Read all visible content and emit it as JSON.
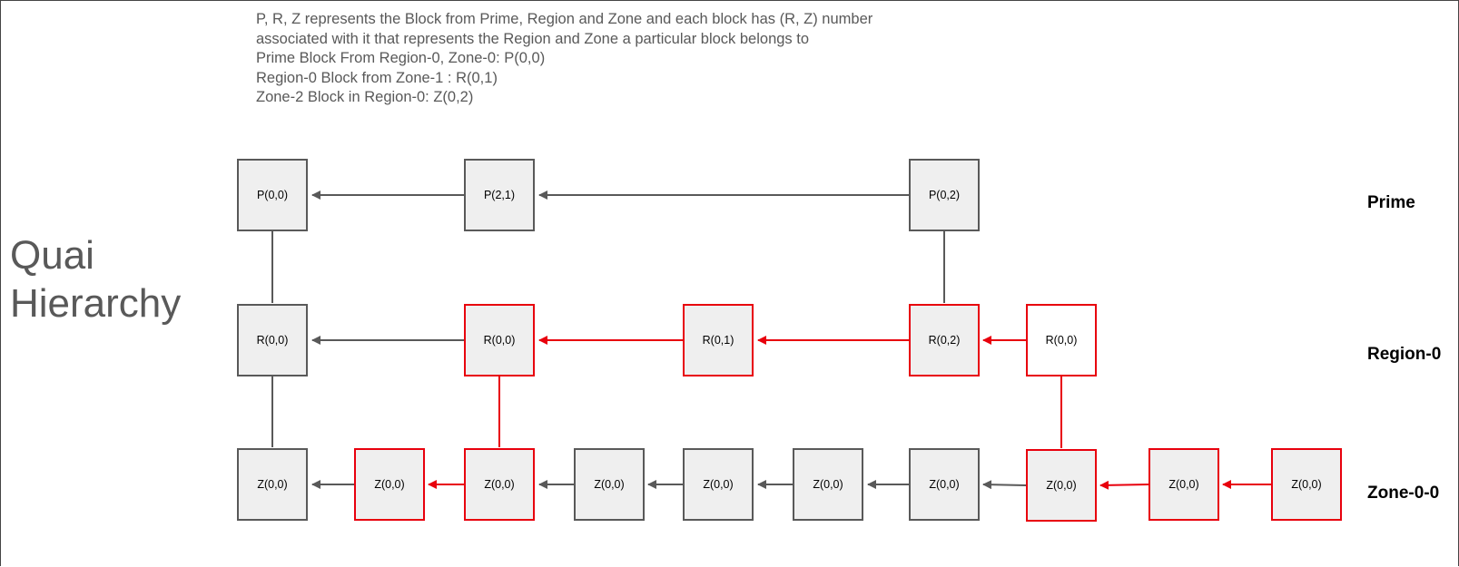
{
  "description": [
    "P, R, Z represents the Block from Prime, Region and Zone and each block has (R, Z) number",
    "associated with it that represents the Region and Zone a particular block belongs to",
    "Prime Block From Region-0, Zone-0: P(0,0)",
    "Region-0 Block from Zone-1 : R(0,1)",
    "Zone-2 Block in Region-0: Z(0,2)"
  ],
  "title_lines": [
    "Quai",
    "Hierarchy"
  ],
  "levels": {
    "prime": "Prime",
    "region": "Region-0",
    "zone": "Zone-0-0"
  },
  "colors": {
    "gray_border": "#595959",
    "red": "#e8000d",
    "block_fill": "#efefef",
    "text_gray": "#595959"
  },
  "blocks": {
    "prime": [
      "P(0,0)",
      "P(2,1)",
      "P(0,2)"
    ],
    "region": [
      "R(0,0)",
      "R(0,0)",
      "R(0,1)",
      "R(0,2)",
      "R(0,0)"
    ],
    "zone": [
      "Z(0,0)",
      "Z(0,0)",
      "Z(0,0)",
      "Z(0,0)",
      "Z(0,0)",
      "Z(0,0)",
      "Z(0,0)",
      "Z(0,0)",
      "Z(0,0)",
      "Z(0,0)"
    ]
  }
}
